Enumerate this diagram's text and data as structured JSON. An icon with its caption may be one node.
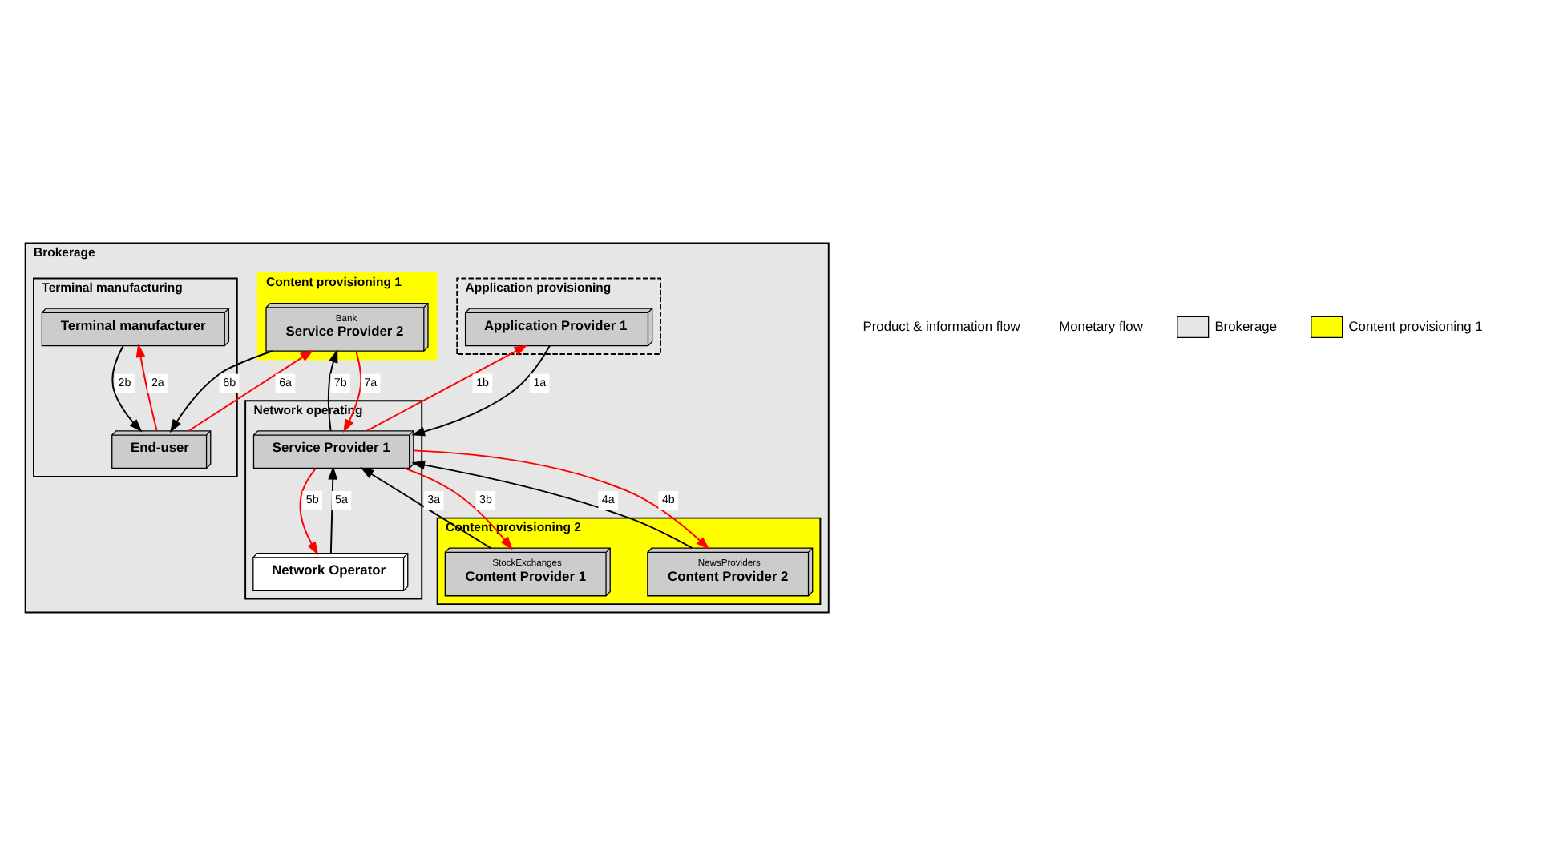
{
  "diagram": {
    "nodes": [
      {
        "text": [
          "Brokerage"
        ]
      },
      {
        "text": [
          "Application provisioning"
        ],
        "in": 0
      },
      {
        "text": [
          "Application Provider 1"
        ],
        "in": 1
      },
      {
        "text": [
          "Content provisioning 1"
        ],
        "in": 0
      },
      {
        "text": [
          "Bank",
          "Service Provider 2"
        ],
        "in": 3
      },
      {
        "text": [
          "Terminal manufacturing"
        ],
        "in": 0
      },
      {
        "text": [
          "Terminal manufacturer"
        ],
        "in": 5
      },
      {
        "text": [
          "End-user"
        ],
        "in": 5
      },
      {
        "text": [
          "Network operating"
        ],
        "in": 0
      },
      {
        "text": [
          "Service Provider 1"
        ],
        "in": 8
      },
      {
        "text": [
          "Network Operator"
        ],
        "in": 8
      },
      {
        "text": [
          "Content provisioning 2"
        ],
        "in": 0
      },
      {
        "text": [
          "StockExchanges",
          "Content Provider 1"
        ],
        "in": 11
      },
      {
        "text": [
          "NewsProviders",
          "Content Provider 2"
        ],
        "in": 11
      }
    ],
    "edges": [
      {
        "from": 2,
        "to": 9,
        "arrow": "to",
        "label": "1a"
      },
      {
        "from": 9,
        "to": 2,
        "arrow": "to",
        "label": "1b",
        "color": "#ff0000"
      },
      {
        "from": 7,
        "to": 6,
        "arrow": "to",
        "label": "2a",
        "color": "#ff0000"
      },
      {
        "from": 6,
        "to": 7,
        "arrow": "to",
        "label": "2b"
      },
      {
        "from": 12,
        "to": 9,
        "arrow": "to",
        "label": "3a"
      },
      {
        "from": 9,
        "to": 12,
        "arrow": "to",
        "label": "3b",
        "color": "#ff0000"
      },
      {
        "from": 13,
        "to": 9,
        "arrow": "to",
        "label": "4a"
      },
      {
        "from": 9,
        "to": 13,
        "arrow": "to",
        "label": "4b",
        "color": "#ff0000"
      },
      {
        "from": 10,
        "to": 9,
        "arrow": "to",
        "label": "5a"
      },
      {
        "from": 9,
        "to": 10,
        "arrow": "to",
        "label": "5b",
        "color": "#ff0000"
      },
      {
        "from": 7,
        "to": 4,
        "arrow": "to",
        "label": "6a",
        "color": "#ff0000"
      },
      {
        "from": 4,
        "to": 7,
        "arrow": "to",
        "label": "6b"
      },
      {
        "from": 4,
        "to": 9,
        "arrow": "to",
        "label": "7a",
        "color": "#ff0000"
      },
      {
        "from": 9,
        "to": 4,
        "arrow": "to",
        "label": "7b"
      }
    ],
    "legend": [
      {
        "text": "Product & information flow"
      },
      {
        "text": "Monetary flow"
      },
      {
        "text": "Brokerage",
        "color": "#e6e6e6"
      },
      {
        "text": "Content provisioning 1",
        "color": "#ffff00"
      }
    ]
  }
}
